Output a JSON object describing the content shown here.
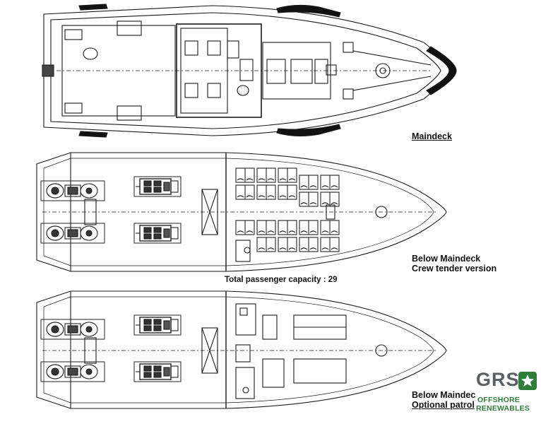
{
  "labels": {
    "maindeck": "Maindeck",
    "below_line1": "Below Maindeck",
    "below_line2": "Crew tender version",
    "capacity": "Total passenger capacity : 29",
    "below2_line1": "Below Maindec",
    "below2_line2": "Optional patrol"
  },
  "logo": {
    "brand": "GRS",
    "line1": "OFFSHORE",
    "line2": "RENEWABLES",
    "icon": "star-badge-icon"
  },
  "colors": {
    "line": "#1a1a1a",
    "fender": "#111111",
    "logo_green": "#2f7d3a",
    "logo_gray": "#5a5f63"
  }
}
